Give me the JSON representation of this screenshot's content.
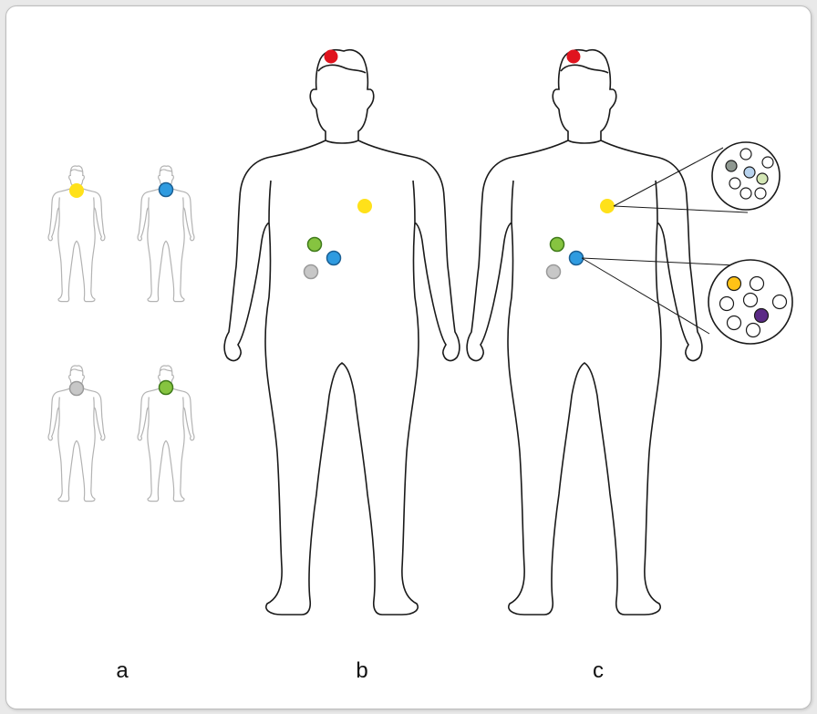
{
  "panels": [
    {
      "label": "a"
    },
    {
      "label": "b"
    },
    {
      "label": "c"
    }
  ],
  "colors": {
    "red": "#e0141e",
    "yellow": "#ffe11a",
    "blue": "#2f9be0",
    "grey": "#c7c7c7",
    "green": "#86c440",
    "pale_blue": "#b8d3ee",
    "pale_green": "#d3e6b5",
    "dark_grey": "#8f9891",
    "orange": "#ffc316",
    "purple": "#5b2a86",
    "outline_light": "#b3b3b3",
    "outline_dark": "#1a1a1a"
  }
}
